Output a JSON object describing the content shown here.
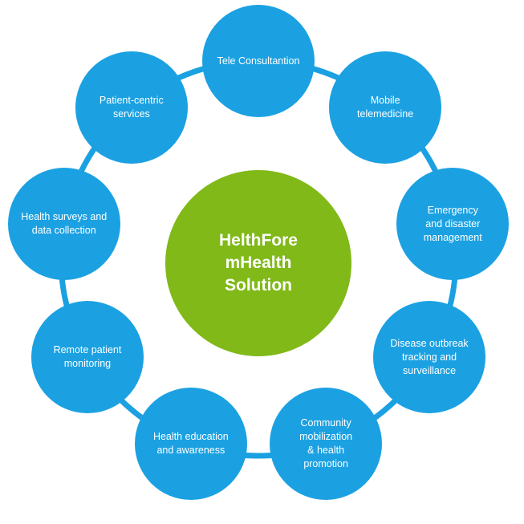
{
  "colors": {
    "outer_circle": "#1ba1e2",
    "ring": "#1ba1e2",
    "center_circle": "#80b918",
    "text": "#ffffff"
  },
  "center": {
    "label": "HelthFore\nmHealth\nSolution"
  },
  "nodes": [
    {
      "id": "tele-consultation",
      "label": "Tele Consultantion"
    },
    {
      "id": "mobile-telemedicine",
      "label": "Mobile telemedicine"
    },
    {
      "id": "emergency-disaster",
      "label": "Emergency\nand disaster\nmanagement"
    },
    {
      "id": "disease-outbreak",
      "label": "Disease outbreak\ntracking and\nsurveillance"
    },
    {
      "id": "community-mobilization",
      "label": "Community\nmobilization\n& health\npromotion"
    },
    {
      "id": "health-education",
      "label": "Health education\nand awareness"
    },
    {
      "id": "remote-monitoring",
      "label": "Remote patient\nmonitoring"
    },
    {
      "id": "health-surveys",
      "label": "Health surveys and\ndata collection"
    },
    {
      "id": "patient-centric",
      "label": "Patient-centric\nservices"
    }
  ]
}
